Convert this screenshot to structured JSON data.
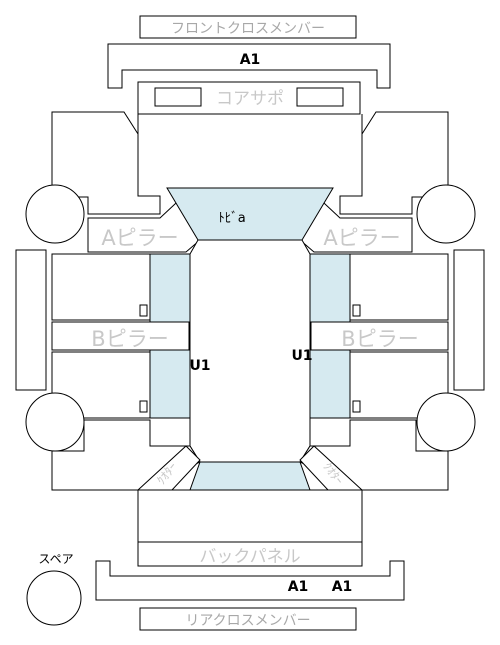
{
  "labels": {
    "front_cross_member": "フロントクロスメンバー",
    "core_support": "コアサポ",
    "a_pillar_left": "Aピラー",
    "a_pillar_right": "Aピラー",
    "b_pillar_left": "Bピラー",
    "b_pillar_right": "Bピラー",
    "door": "ﾄﾋﾞa",
    "back_panel": "バックパネル",
    "rear_cross_member": "リアクロスメンバー",
    "spare": "スペア",
    "rear_quarter_left": "ｸｵﾀｰ",
    "rear_quarter_right": "ｸｵﾀｰ"
  },
  "marks": {
    "front_member": "A1",
    "u1_left": "U1",
    "u1_right": "U1",
    "rear_member_1": "A1",
    "rear_member_2": "A1"
  },
  "colors": {
    "highlight": "#d6eaf0",
    "outline": "#000000",
    "label_gray": "#c8c8c8"
  }
}
